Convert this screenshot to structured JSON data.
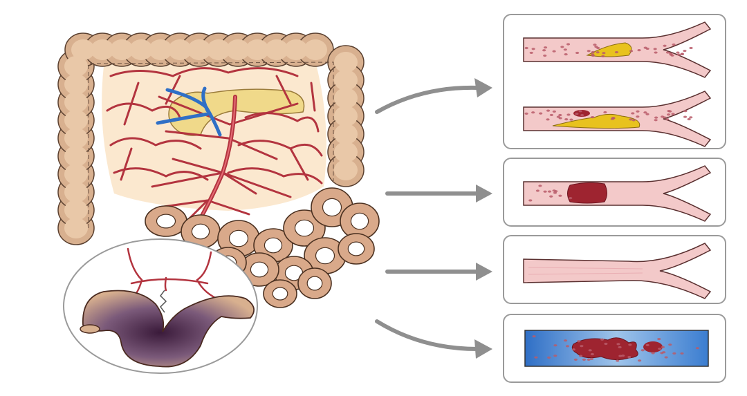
{
  "colors": {
    "background": "#ffffff",
    "colon": "#d8b08f",
    "colon_outline": "#5a4030",
    "mesentery": "#fbe8cf",
    "artery": "#b3343f",
    "vein": "#2f6fc6",
    "pancreas": "#f0d98a",
    "vessel_wall": "#f3c9c9",
    "plaque": "#e8c21e",
    "thrombus": "#9e2430",
    "blood_cell": "#b85c6a",
    "venous_blood": "#3b7dd0",
    "arrow": "#8f8f8f",
    "panel_border": "#9a9a9a",
    "ischemic_bowel": "#4a2a45"
  },
  "icons": [
    "colon-illustration",
    "mesenteric-arterial-tree",
    "ischemic-bowel-inset",
    "arrow-icon",
    "plaque-stenosis-icon",
    "embolus-icon",
    "nonocclusive-vasoconstriction-icon",
    "venous-thrombosis-icon"
  ]
}
